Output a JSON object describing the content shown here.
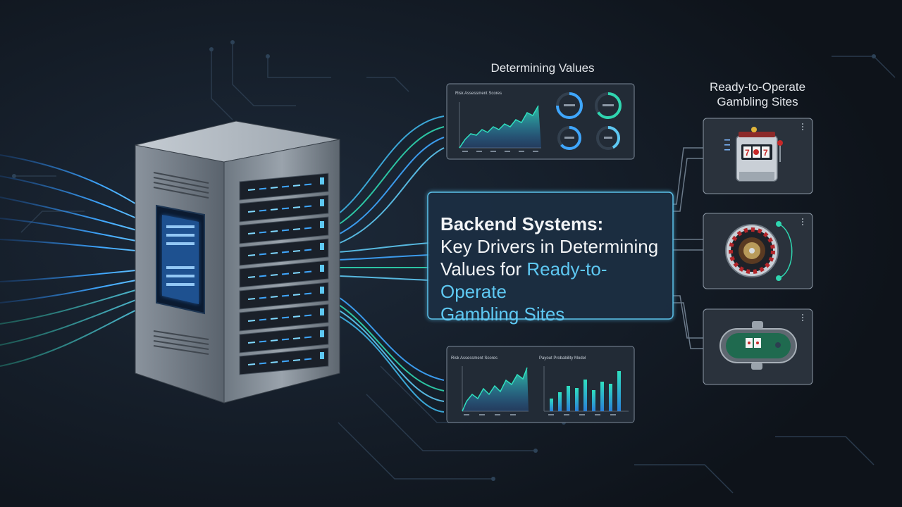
{
  "headline": {
    "line1": "Backend Systems:",
    "line2": "Key Drivers in Determining",
    "line3_plain": "Values for ",
    "line3_accent": "Ready-to-Operate",
    "line4_accent": "Gambling Sites"
  },
  "sections": {
    "determining_values": "Determining Values",
    "ready_sites_line1": "Ready-to-Operate",
    "ready_sites_line2": "Gambling Sites"
  },
  "panels": {
    "top_chart_title": "Risk Assessment Scores",
    "bottom_left_title": "Risk Assessment Scores",
    "bottom_right_title": "Payout Probability Model"
  },
  "icons": [
    "slot-machine-icon",
    "roulette-wheel-icon",
    "poker-table-icon"
  ],
  "colors": {
    "background": "#11161e",
    "accent_cyan": "#5ec8f2",
    "accent_teal": "#2fd6b0",
    "panel": "#222b36"
  }
}
